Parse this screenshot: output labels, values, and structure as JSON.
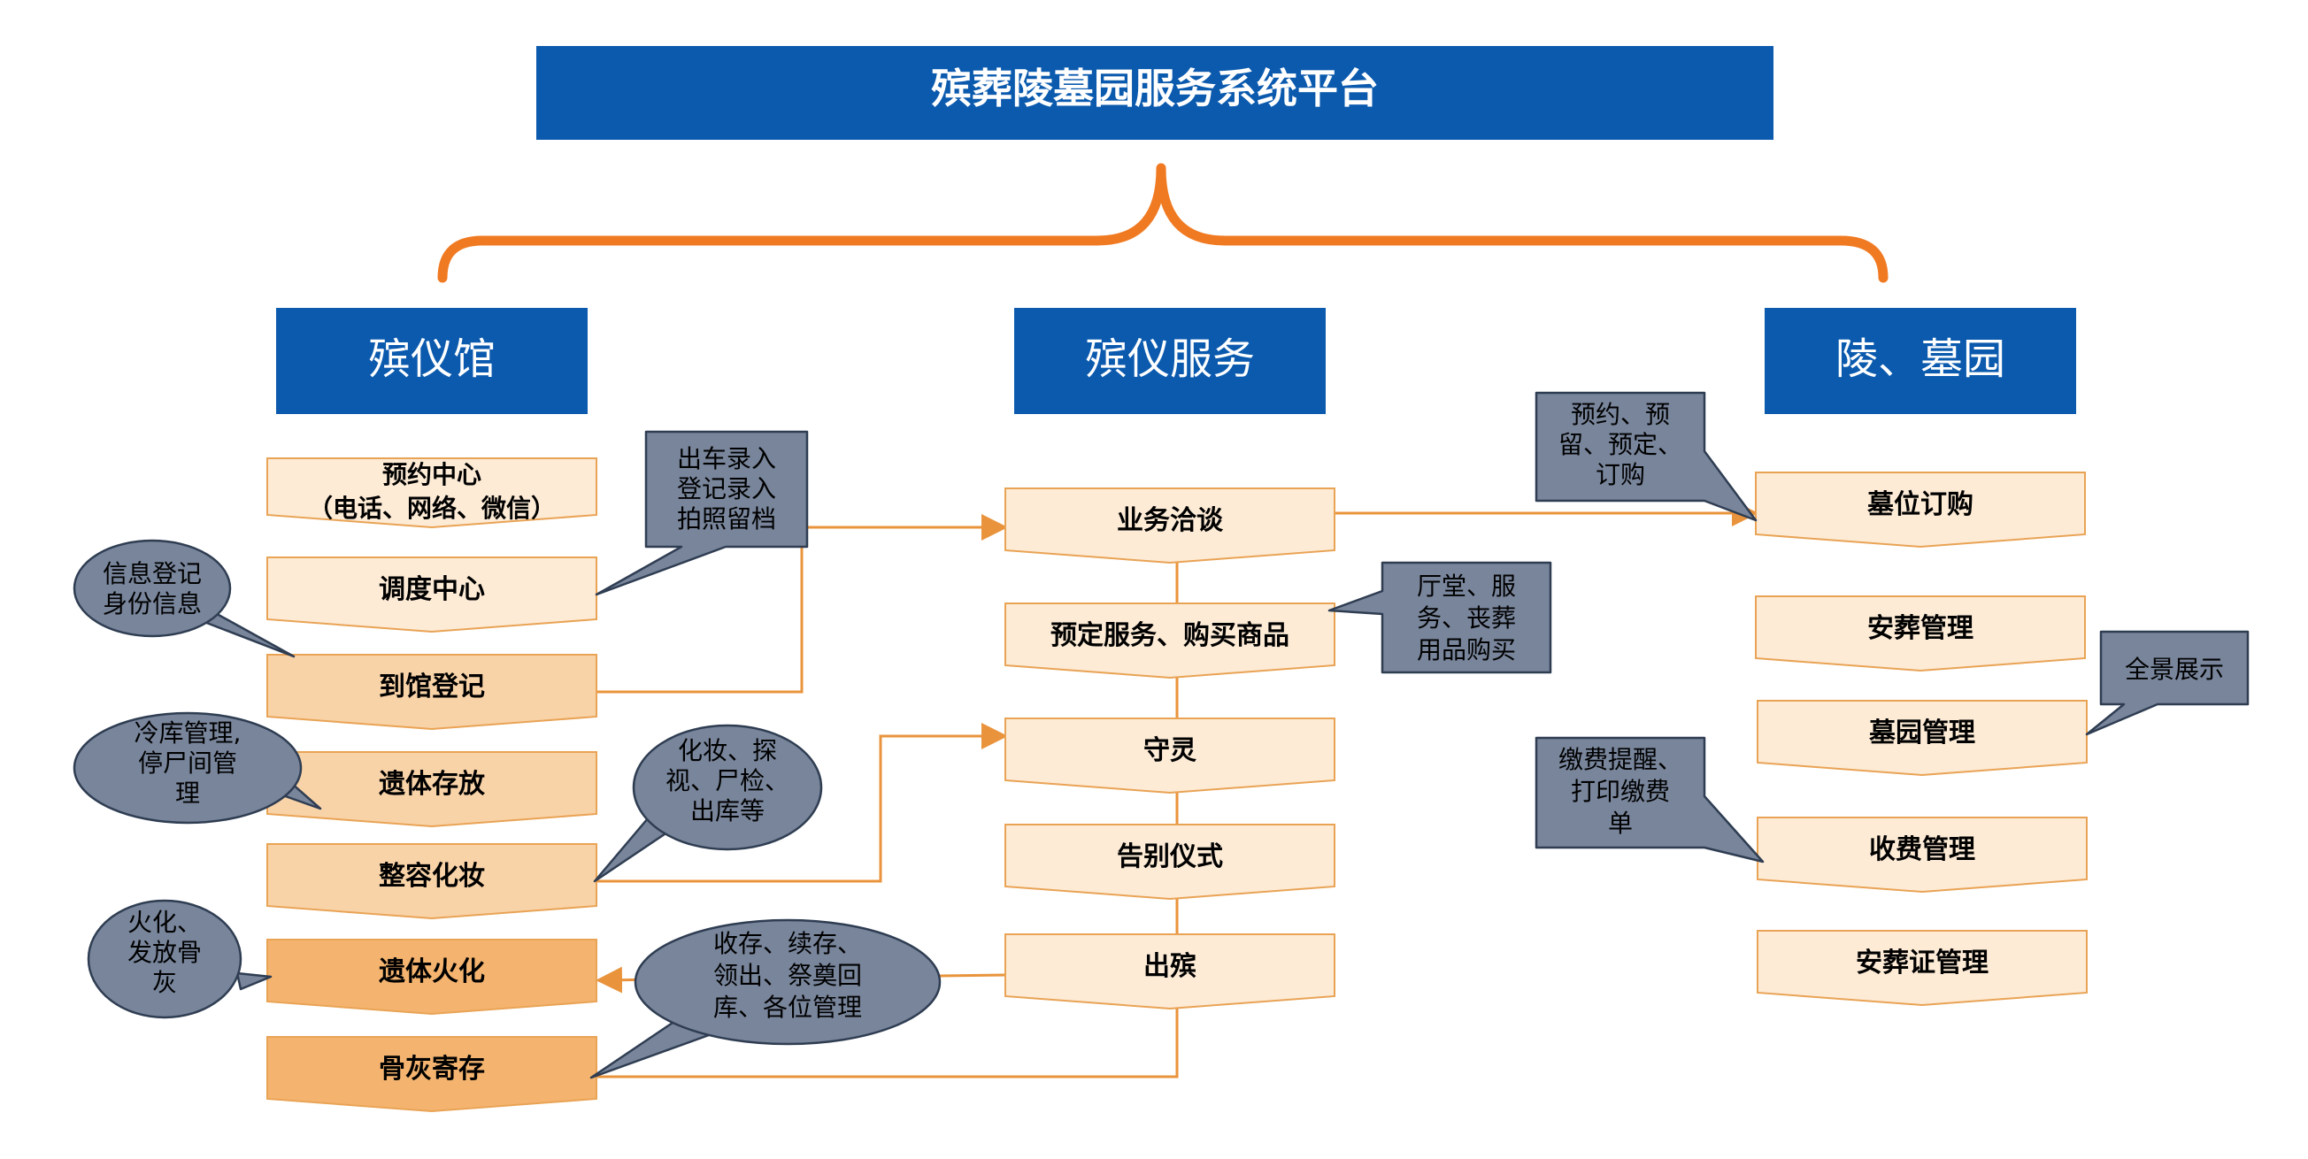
{
  "title": "殡葬陵墓园服务系统平台",
  "colors": {
    "header_blue": "#0B5AAE",
    "brace_orange": "#F07A22",
    "connector_orange": "#E9943C",
    "box_border": "#E9A355",
    "box_light": "#FDEBD6",
    "box_mid": "#F9D3A8",
    "box_dark": "#F4B46F",
    "callout_fill": "#78859B",
    "callout_border": "#2F3D52"
  },
  "categories": {
    "funeral_home": "殡仪馆",
    "funeral_service": "殡仪服务",
    "cemetery": "陵、墓园"
  },
  "funeral_home_items": [
    {
      "lines": [
        "预约中心",
        "（电话、网络、微信）"
      ]
    },
    {
      "lines": [
        "调度中心"
      ]
    },
    {
      "lines": [
        "到馆登记"
      ]
    },
    {
      "lines": [
        "遗体存放"
      ]
    },
    {
      "lines": [
        "整容化妆"
      ]
    },
    {
      "lines": [
        "遗体火化"
      ]
    },
    {
      "lines": [
        "骨灰寄存"
      ]
    }
  ],
  "funeral_service_items": [
    {
      "lines": [
        "业务洽谈"
      ]
    },
    {
      "lines": [
        "预定服务、购买商品"
      ]
    },
    {
      "lines": [
        "守灵"
      ]
    },
    {
      "lines": [
        "告别仪式"
      ]
    },
    {
      "lines": [
        "出殡"
      ]
    }
  ],
  "cemetery_items": [
    {
      "lines": [
        "墓位订购"
      ]
    },
    {
      "lines": [
        "安葬管理"
      ]
    },
    {
      "lines": [
        "墓园管理"
      ]
    },
    {
      "lines": [
        "收费管理"
      ]
    },
    {
      "lines": [
        "安葬证管理"
      ]
    }
  ],
  "callouts": {
    "vehicle_record": [
      "出车录入",
      "登记录入",
      "拍照留档"
    ],
    "info_register": [
      "信息登记",
      "身份信息"
    ],
    "cold_storage": [
      "冷库管理,",
      "停尸间管",
      "理"
    ],
    "makeup": [
      "化妆、探",
      "视、尸检、",
      "出库等"
    ],
    "cremation": [
      "火化、",
      "发放骨",
      "灰"
    ],
    "ash_storage": [
      "收存、续存、",
      "领出、祭奠回",
      "库、各位管理"
    ],
    "hall_purchase": [
      "厅堂、服",
      "务、丧葬",
      "用品购买"
    ],
    "reservation": [
      "预约、预",
      "留、预定、",
      "订购"
    ],
    "panorama": [
      "全景展示"
    ],
    "fee_reminder": [
      "缴费提醒、",
      "打印缴费",
      "单"
    ]
  }
}
